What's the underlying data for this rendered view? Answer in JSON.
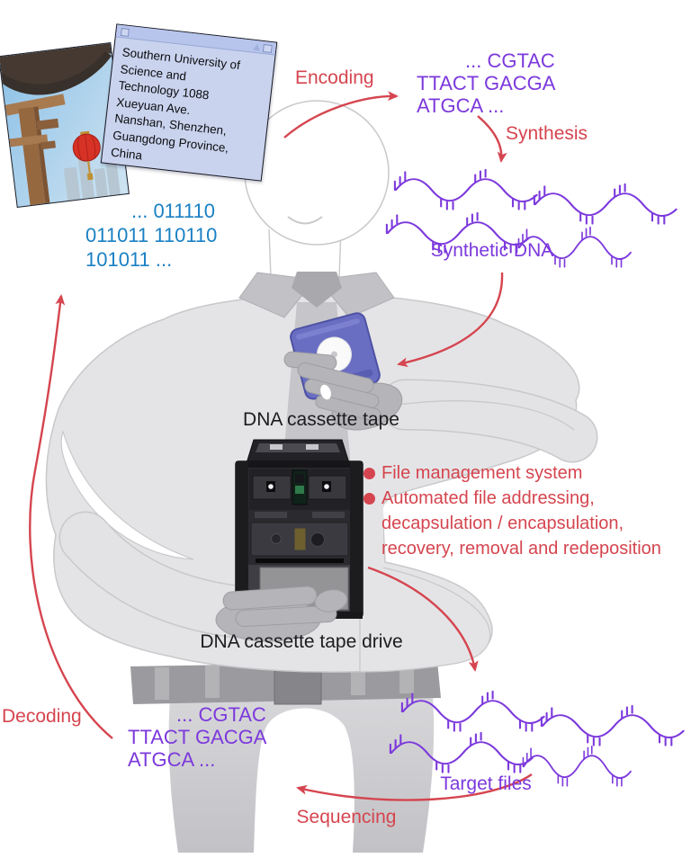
{
  "colors": {
    "red": "#d5454f",
    "purple": "#7c39dc",
    "blue": "#1a80c4",
    "cassette_blue": "#6a6ec2"
  },
  "photo_window": {
    "address": "Southern University of\nScience and\nTechnology 1088\nXueyuan Ave.\nNanshan, Shenzhen,\nGuangdong Province,\nChina"
  },
  "binary": {
    "line1": "... 011110",
    "line2": "011011 110110",
    "line3": "101011 ..."
  },
  "dna_top": {
    "line1": "... CGTAC",
    "line2": "TTACT GACGA",
    "line3": "ATGCA ..."
  },
  "dna_bottom": {
    "line1": "... CGTAC",
    "line2": "TTACT GACGA",
    "line3": "ATGCA ..."
  },
  "steps": {
    "encoding": "Encoding",
    "synthesis": "Synthesis",
    "sequencing": "Sequencing",
    "decoding": "Decoding"
  },
  "labels": {
    "synthetic_dna": "Synthetic DNA",
    "cassette": "DNA cassette tape",
    "drive": "DNA cassette tape drive",
    "target_files": "Target files"
  },
  "features": {
    "item1": "File management system",
    "item2": "Automated file addressing,\ndecapsulation / encapsulation,\nrecovery, removal and redeposition"
  }
}
